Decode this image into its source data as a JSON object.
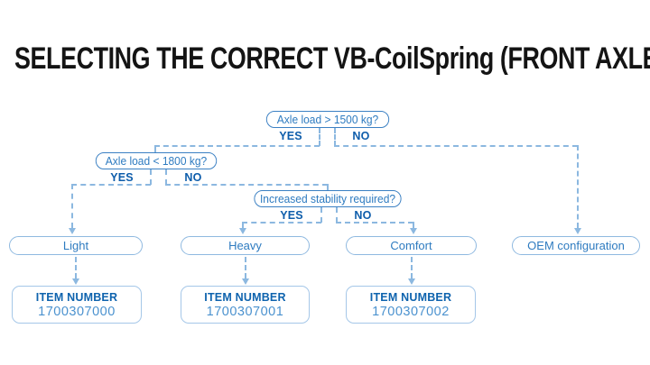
{
  "title": "SELECTING THE CORRECT VB-CoilSpring (FRONT AXLE)",
  "colors": {
    "title_text": "#141414",
    "decision_border": "#3b80c3",
    "decision_text": "#2e7bc0",
    "branch_label_text": "#0e5dab",
    "outcome_border": "#8fb9e0",
    "item_box_border": "#a5c7e8",
    "item_label_text": "#0e63ae",
    "item_value_text": "#4b92cf",
    "connector": "#8cb8e0",
    "background": "#ffffff"
  },
  "flowchart": {
    "decisions": [
      {
        "question": "Axle load > 1500 kg?",
        "yes_label": "YES",
        "no_label": "NO"
      },
      {
        "question": "Axle load < 1800 kg?",
        "yes_label": "YES",
        "no_label": "NO"
      },
      {
        "question": "Increased stability required?",
        "yes_label": "YES",
        "no_label": "NO"
      }
    ],
    "outcomes": [
      {
        "label": "Light",
        "item_number_label": "ITEM NUMBER",
        "item_number": "1700307000"
      },
      {
        "label": "Heavy",
        "item_number_label": "ITEM NUMBER",
        "item_number": "1700307001"
      },
      {
        "label": "Comfort",
        "item_number_label": "ITEM NUMBER",
        "item_number": "1700307002"
      },
      {
        "label": "OEM configuration"
      }
    ]
  }
}
